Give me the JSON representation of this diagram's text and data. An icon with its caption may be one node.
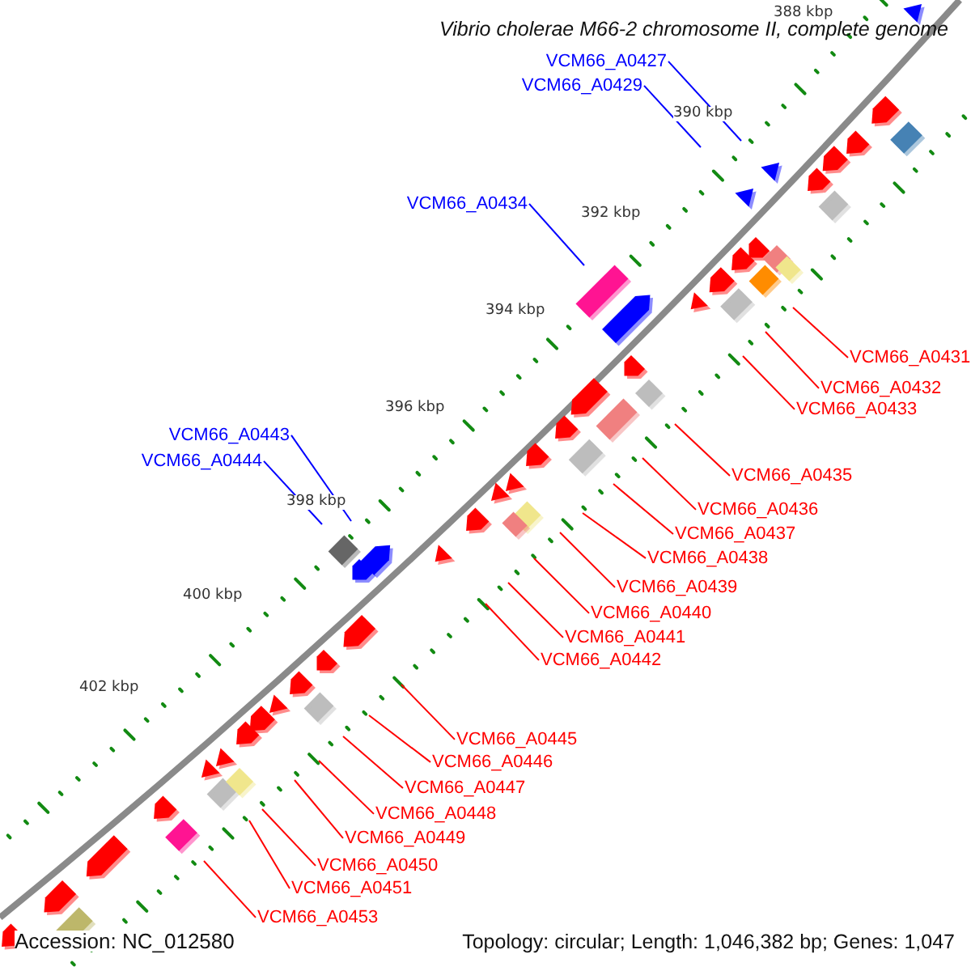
{
  "diagram": {
    "title": "Vibrio cholerae M66-2 chromosome II, complete genome",
    "nodes": [
      {
        "text": [
          "VCM66_A0427"
        ]
      },
      {
        "text": [
          "VCM66_A0429"
        ]
      },
      {
        "text": [
          "VCM66_A0434"
        ]
      },
      {
        "text": [
          "VCM66_A0431"
        ]
      },
      {
        "text": [
          "VCM66_A0432"
        ]
      },
      {
        "text": [
          "VCM66_A0433"
        ]
      },
      {
        "text": [
          "VCM66_A0443"
        ]
      },
      {
        "text": [
          "VCM66_A0444"
        ]
      },
      {
        "text": [
          "VCM66_A0435"
        ]
      },
      {
        "text": [
          "VCM66_A0436"
        ]
      },
      {
        "text": [
          "VCM66_A0437"
        ]
      },
      {
        "text": [
          "VCM66_A0438"
        ]
      },
      {
        "text": [
          "VCM66_A0439"
        ]
      },
      {
        "text": [
          "VCM66_A0440"
        ]
      },
      {
        "text": [
          "VCM66_A0441"
        ]
      },
      {
        "text": [
          "VCM66_A0442"
        ]
      },
      {
        "text": [
          "VCM66_A0445"
        ]
      },
      {
        "text": [
          "VCM66_A0446"
        ]
      },
      {
        "text": [
          "VCM66_A0447"
        ]
      },
      {
        "text": [
          "VCM66_A0448"
        ]
      },
      {
        "text": [
          "VCM66_A0449"
        ]
      },
      {
        "text": [
          "VCM66_A0450"
        ]
      },
      {
        "text": [
          "VCM66_A0451"
        ]
      },
      {
        "text": [
          "VCM66_A0453"
        ]
      }
    ],
    "edges": [
      {
        "from": 0,
        "to": null,
        "arrow": "none",
        "color": "#0000ff"
      },
      {
        "from": 1,
        "to": null,
        "arrow": "none",
        "color": "#0000ff"
      },
      {
        "from": 2,
        "to": null,
        "arrow": "none",
        "color": "#0000ff"
      },
      {
        "from": 3,
        "to": null,
        "arrow": "none"
      },
      {
        "from": 4,
        "to": null,
        "arrow": "none"
      },
      {
        "from": 5,
        "to": null,
        "arrow": "none"
      },
      {
        "from": 6,
        "to": null,
        "arrow": "none",
        "color": "#0000ff"
      },
      {
        "from": 7,
        "to": null,
        "arrow": "none",
        "color": "#0000ff"
      },
      {
        "from": 8,
        "to": null,
        "arrow": "none"
      },
      {
        "from": 9,
        "to": null,
        "arrow": "none"
      },
      {
        "from": 10,
        "to": null,
        "arrow": "none"
      },
      {
        "from": 11,
        "to": null,
        "arrow": "none"
      },
      {
        "from": 12,
        "to": null,
        "arrow": "none"
      },
      {
        "from": 13,
        "to": null,
        "arrow": "none"
      },
      {
        "from": 14,
        "to": null,
        "arrow": "none"
      },
      {
        "from": 15,
        "to": null,
        "arrow": "none"
      },
      {
        "from": 16,
        "to": null,
        "arrow": "none"
      },
      {
        "from": 17,
        "to": null,
        "arrow": "none"
      },
      {
        "from": 18,
        "to": null,
        "arrow": "none"
      },
      {
        "from": 19,
        "to": null,
        "arrow": "none"
      },
      {
        "from": 20,
        "to": null,
        "arrow": "none"
      },
      {
        "from": 21,
        "to": null,
        "arrow": "none"
      },
      {
        "from": 22,
        "to": null,
        "arrow": "none"
      },
      {
        "from": 23,
        "to": null,
        "arrow": "none"
      }
    ],
    "labels": [
      "388 kbp",
      "390 kbp",
      "392 kbp",
      "394 kbp",
      "396 kbp",
      "398 kbp",
      "400 kbp",
      "402 kbp",
      "Accession: NC_012580",
      "Topology: circular; Length: 1,046,382 bp; Genes: 1,047"
    ]
  }
}
